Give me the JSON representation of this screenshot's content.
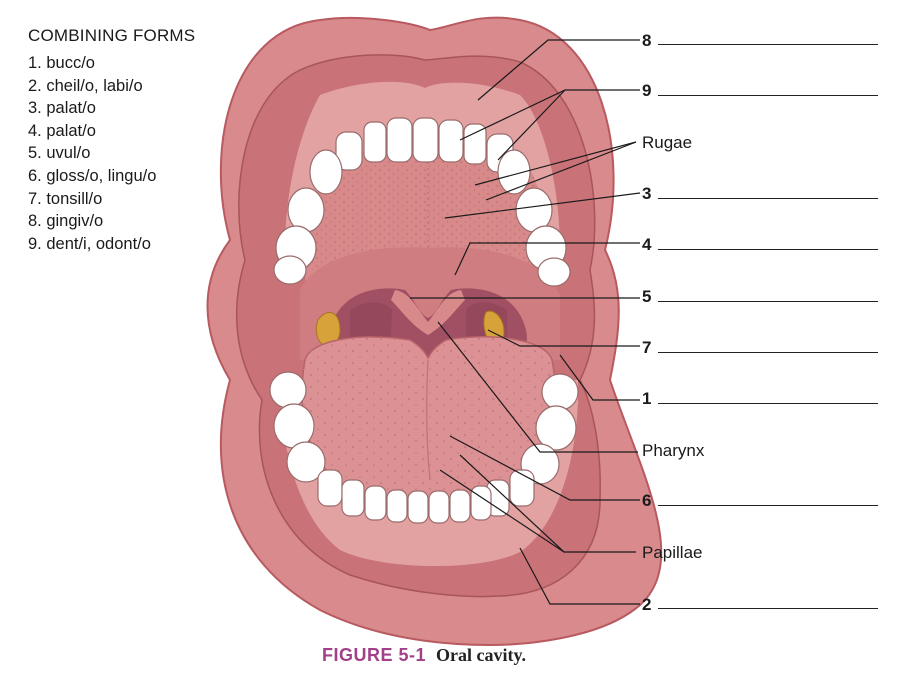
{
  "combining_forms": {
    "title": "COMBINING FORMS",
    "items": [
      "1. bucc/o",
      "2. cheil/o, labi/o",
      "3. palat/o",
      "4. palat/o",
      "5. uvul/o",
      "6. gloss/o, lingu/o",
      "7. tonsill/o",
      "8. gingiv/o",
      "9. dent/i, odont/o"
    ]
  },
  "labels": {
    "l8": "8",
    "l9": "9",
    "rugae": "Rugae",
    "l3": "3",
    "l4": "4",
    "l5": "5",
    "l7": "7",
    "l1": "1",
    "pharynx": "Pharynx",
    "l6": "6",
    "papillae": "Papillae",
    "l2": "2"
  },
  "caption": {
    "figure": "FIGURE 5-1",
    "text": "Oral cavity."
  },
  "colors": {
    "lip": "#d88a8c",
    "lip_edge": "#b85a60",
    "gum": "#e2a2a2",
    "palate": "#d88a8a",
    "throat": "#a14f62",
    "tongue": "#dc9294",
    "tooth": "#ffffff",
    "tonsil": "#d8a23a",
    "caption_accent": "#a3408a"
  }
}
